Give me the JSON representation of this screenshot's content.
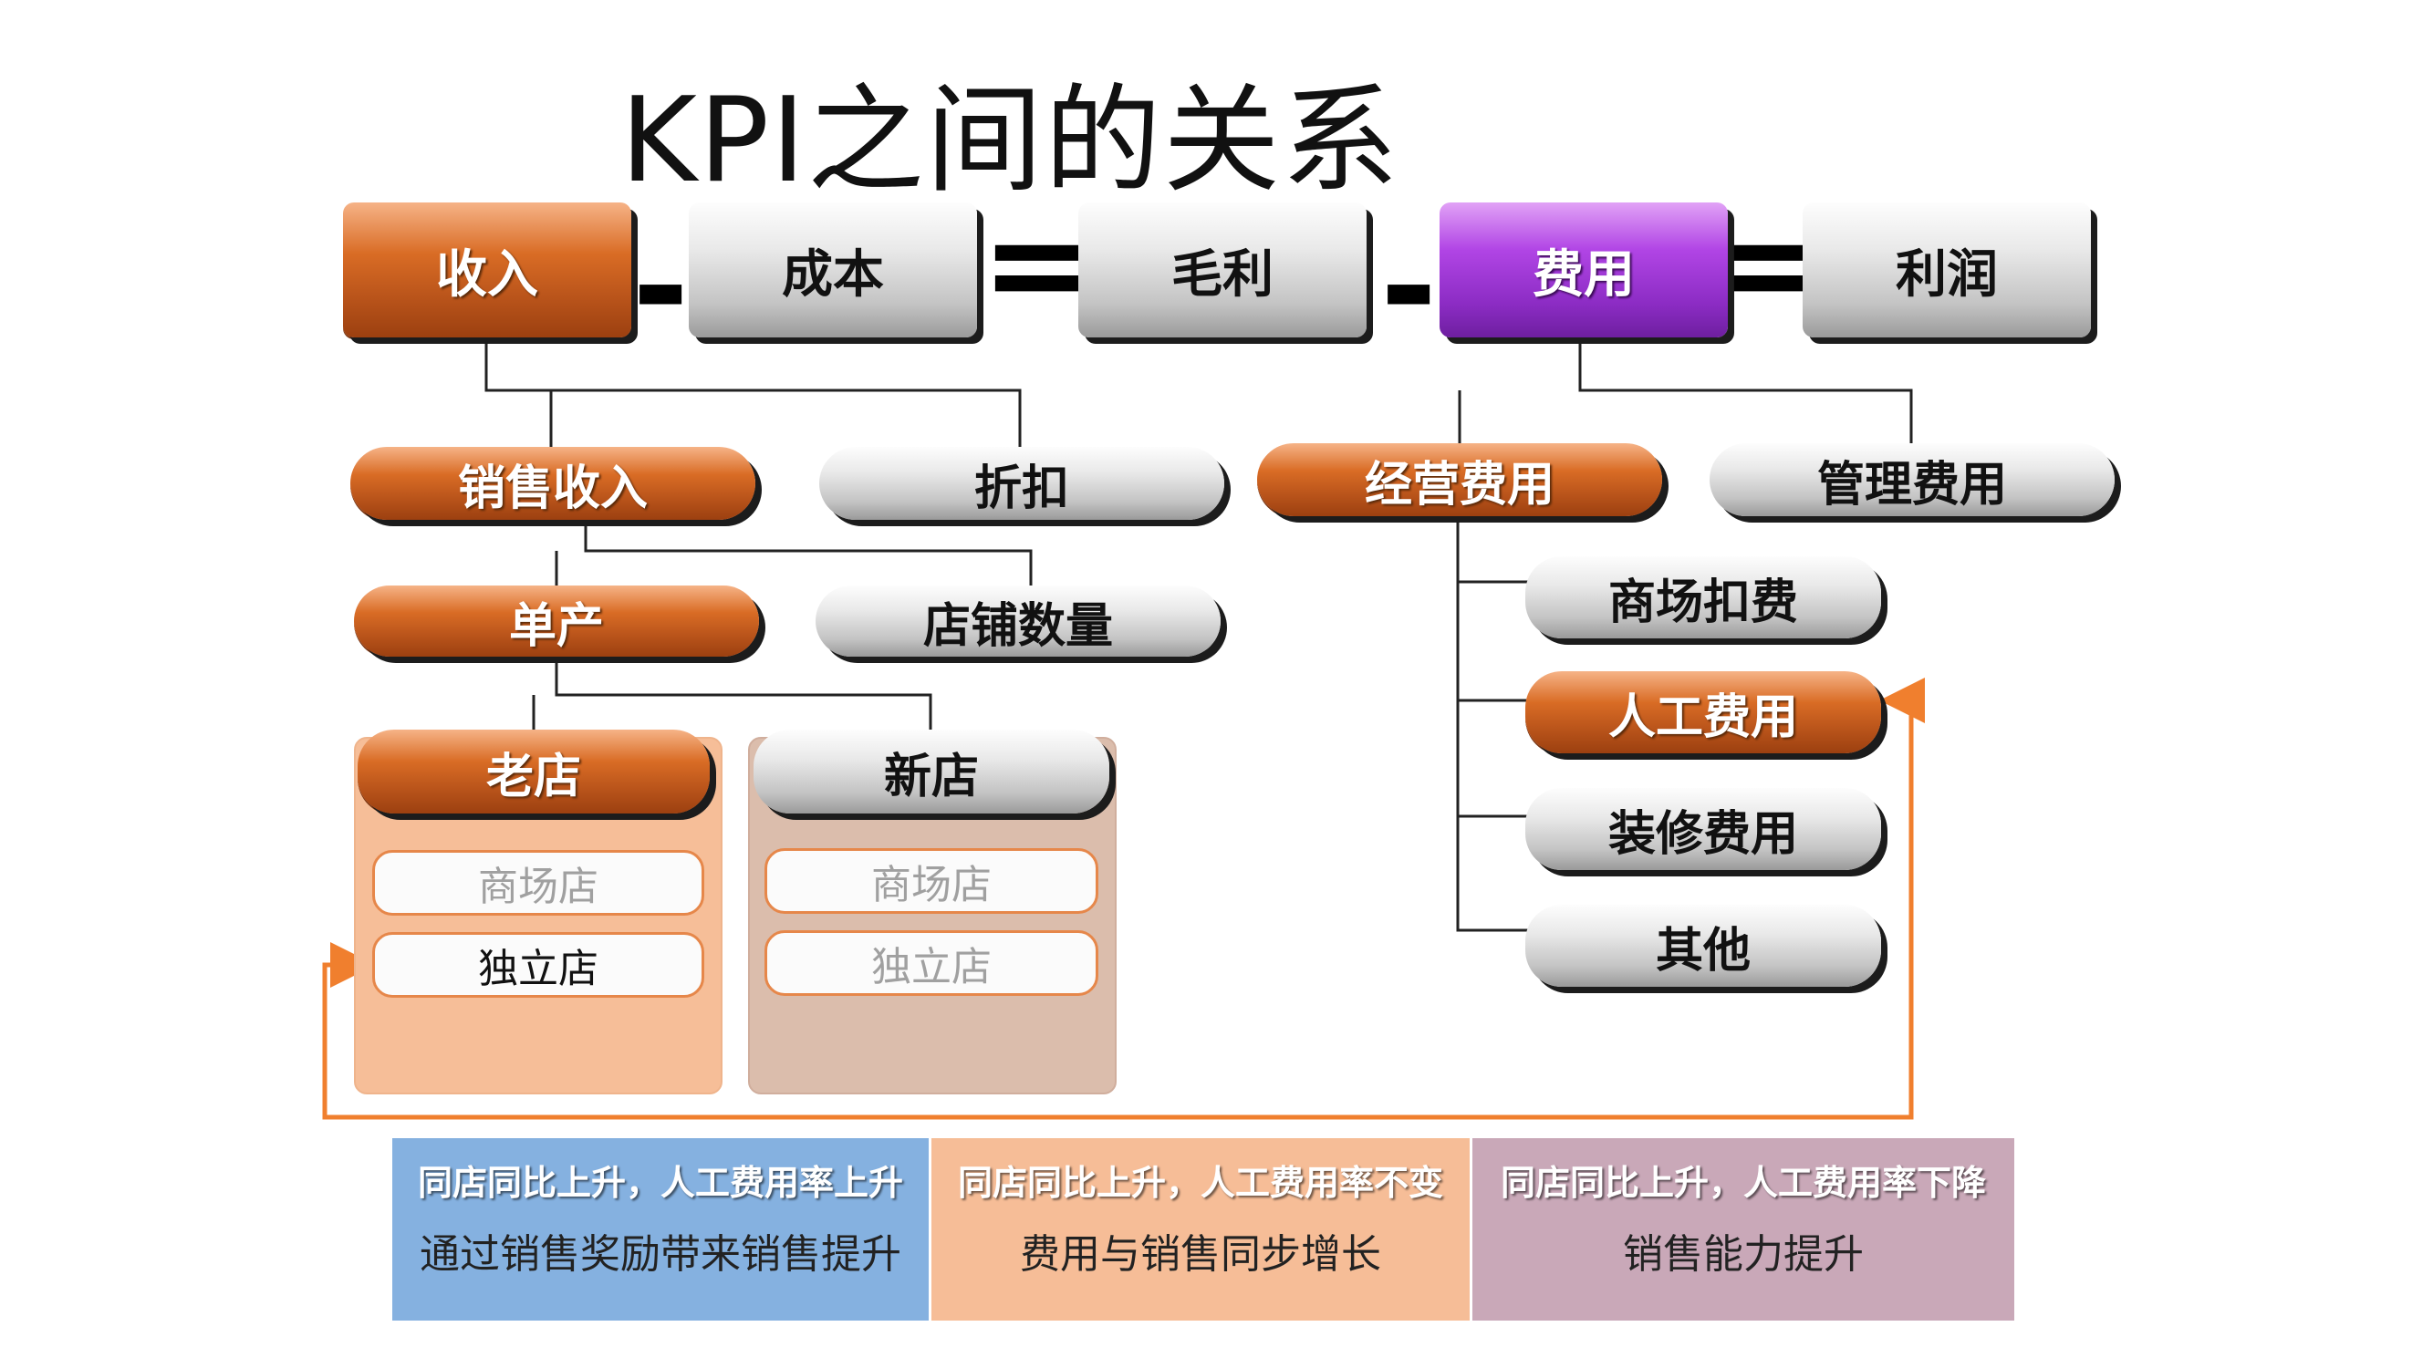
{
  "title": "KPI之间的关系",
  "equation": {
    "revenue": "收入",
    "cost": "成本",
    "gross_profit": "毛利",
    "expense": "费用",
    "profit": "利润",
    "minus": "-",
    "equals": "="
  },
  "revenue_tree": {
    "sales_revenue": "销售收入",
    "discount": "折扣",
    "unit_output": "单产",
    "store_count": "店铺数量",
    "old_store": {
      "label": "老店",
      "mall_store": "商场店",
      "standalone_store": "独立店"
    },
    "new_store": {
      "label": "新店",
      "mall_store": "商场店",
      "standalone_store": "独立店"
    }
  },
  "expense_tree": {
    "operating_expense": "经营费用",
    "management_expense": "管理费用",
    "mall_deduction": "商场扣费",
    "labor_cost": "人工费用",
    "decoration_cost": "装修费用",
    "other": "其他"
  },
  "notes": [
    {
      "headline": "同店同比上升，人工费用率上升",
      "detail": "通过销售奖励带来销售提升",
      "color": "#85b1e0"
    },
    {
      "headline": "同店同比上升，人工费用率不变",
      "detail": "费用与销售同步增长",
      "color": "#f6bd97"
    },
    {
      "headline": "同店同比上升，人工费用率下降",
      "detail": "销售能力提升",
      "color": "#c9a8b8"
    }
  ],
  "colors": {
    "accent_orange": "#d96c25",
    "accent_purple": "#b145e5",
    "arrow_orange": "#f07f2e"
  }
}
